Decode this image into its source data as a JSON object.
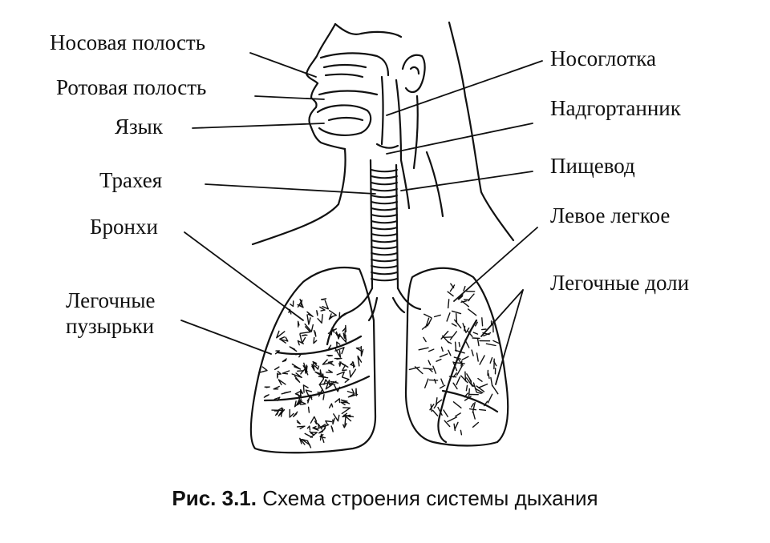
{
  "labels": {
    "nasal_cavity": "Носовая полость",
    "oral_cavity": "Ротовая полость",
    "tongue": "Язык",
    "trachea": "Трахея",
    "bronchi": "Бронхи",
    "alveoli_line1": "Легочные",
    "alveoli_line2": "пузырьки",
    "nasopharynx": "Носоглотка",
    "epiglottis": "Надгортанник",
    "esophagus": "Пищевод",
    "left_lung": "Левое легкое",
    "lung_lobes": "Легочные доли"
  },
  "caption": {
    "number": "Рис. 3.1.",
    "text": "Схема строения системы дыхания"
  },
  "colors": {
    "ink": "#111111",
    "paper": "#ffffff"
  }
}
